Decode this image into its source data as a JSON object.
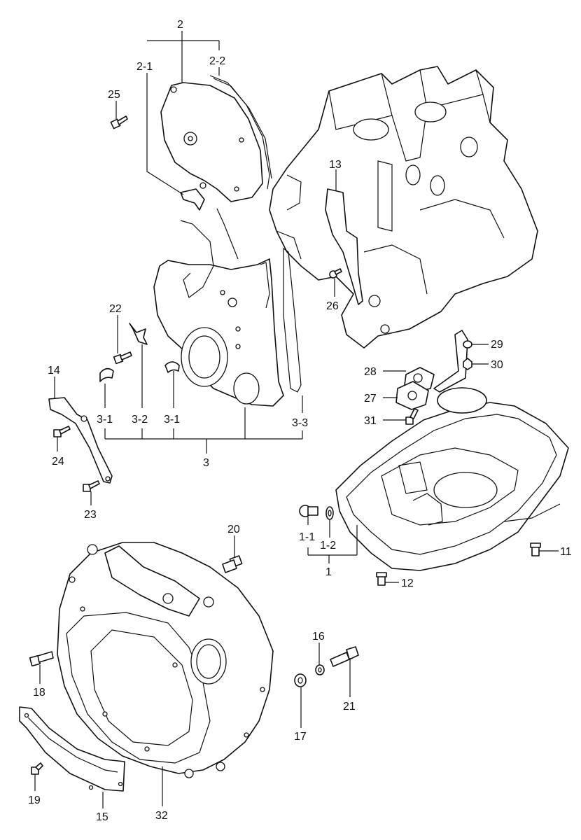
{
  "callouts": {
    "c2": "2",
    "c2_1": "2-1",
    "c2_2": "2-2",
    "c25": "25",
    "c13": "13",
    "c26": "26",
    "c22": "22",
    "c14": "14",
    "c29": "29",
    "c28": "28",
    "c30": "30",
    "c27": "27",
    "c31": "31",
    "c3_1a": "3-1",
    "c3_2": "3-2",
    "c3_1b": "3-1",
    "c3_3": "3-3",
    "c3": "3",
    "c24": "24",
    "c23": "23",
    "c20": "20",
    "c1_1": "1-1",
    "c1_2": "1-2",
    "c1": "1",
    "c11": "11",
    "c12": "12",
    "c16": "16",
    "c18": "18",
    "c21": "21",
    "c17": "17",
    "c19": "19",
    "c15": "15",
    "c32": "32"
  }
}
